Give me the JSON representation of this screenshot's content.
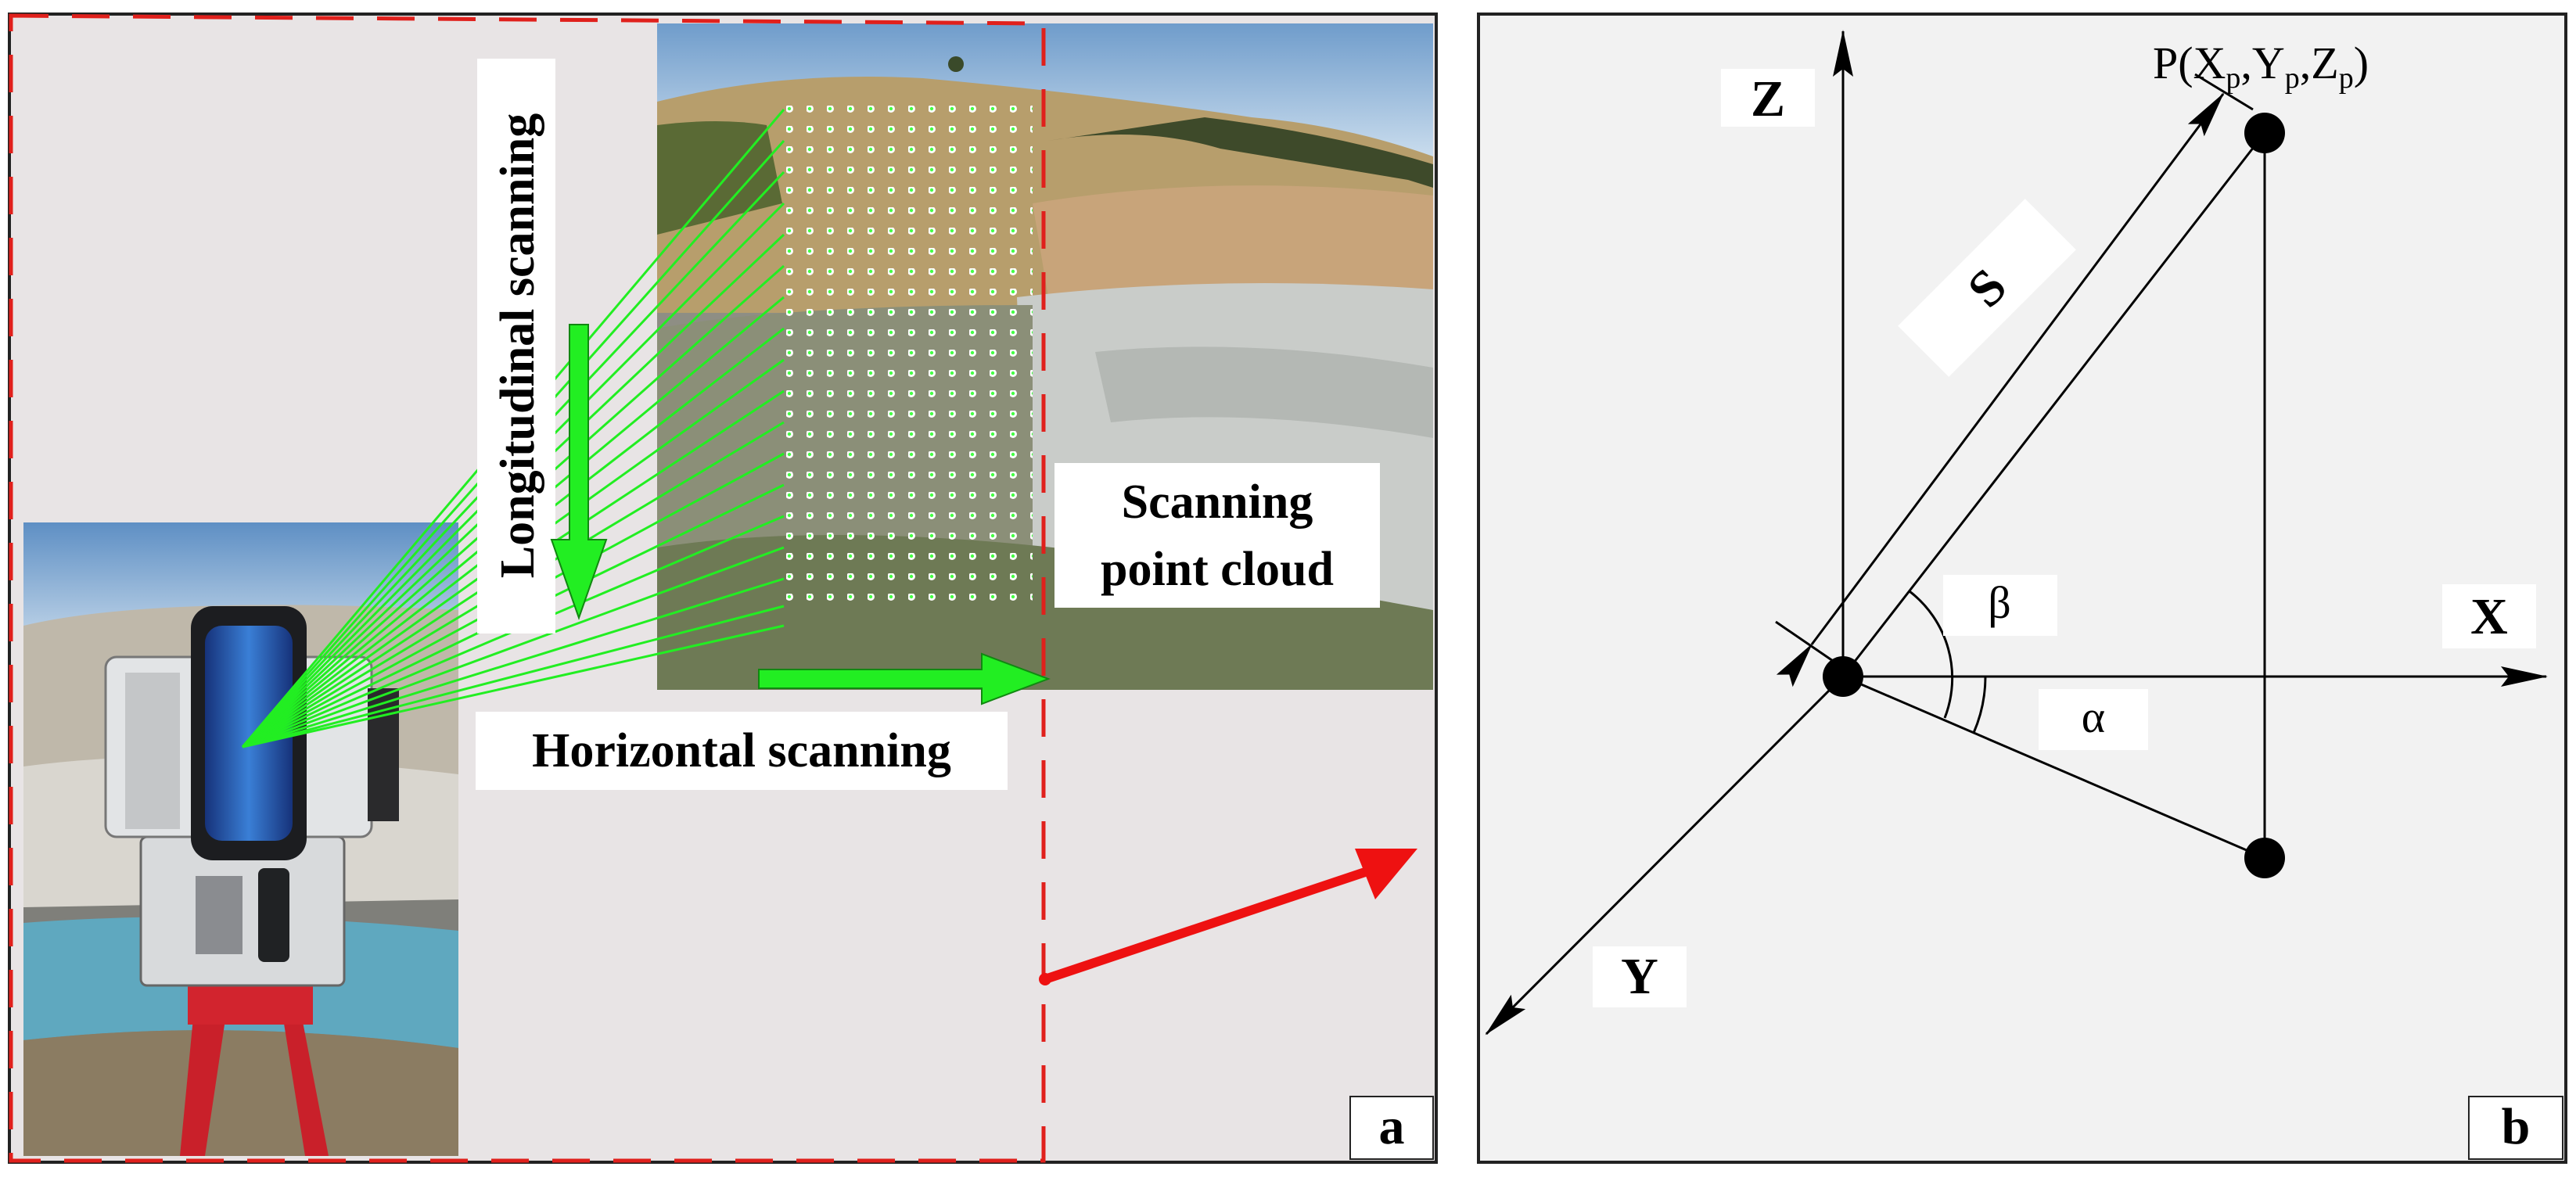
{
  "panel_a": {
    "longitudinal_label": "Longitudinal scanning",
    "horizontal_label": "Horizontal scanning",
    "point_cloud_label_line1": "Scanning",
    "point_cloud_label_line2": "point cloud",
    "panel_letter": "a",
    "colors": {
      "background": "#e8e4e5",
      "dashed_border": "#e0201c",
      "laser_green": "#22ee22",
      "arrow_green": "#22ee22",
      "link_arrow_red": "#ee1111"
    }
  },
  "panel_b": {
    "axis_z": "Z",
    "axis_x": "X",
    "axis_y": "Y",
    "distance_label": "S",
    "angle_beta": "β",
    "angle_alpha": "α",
    "point_label": "P(X",
    "point_label_sub1": "p",
    "point_label_mid1": ",Y",
    "point_label_sub2": "p",
    "point_label_mid2": ",Z",
    "point_label_sub3": "p",
    "point_label_end": ")",
    "panel_letter": "b",
    "colors": {
      "background": "#f2f2f2",
      "lines": "#000000"
    }
  }
}
